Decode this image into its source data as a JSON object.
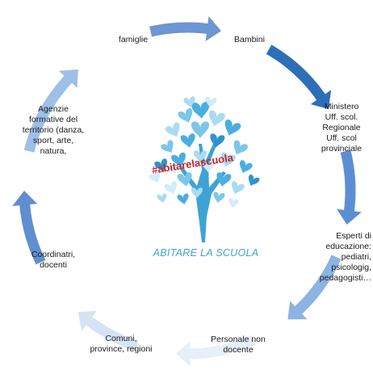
{
  "cycle": {
    "nodes": [
      {
        "id": "famiglie",
        "text": "famiglie"
      },
      {
        "id": "bambini",
        "text": "Bambini"
      },
      {
        "id": "ministero",
        "text": "Ministero\nUff. scol.\nRegionale\nUff. scol\nprovinciale"
      },
      {
        "id": "esperti",
        "text": "Esperti di\neducazione:\npediatri,\npsicologig,\npedagogisti…"
      },
      {
        "id": "personale",
        "text": "Personale non\ndocente"
      },
      {
        "id": "comuni",
        "text": "Comuni,\nprovince, regioni"
      },
      {
        "id": "coordinatri",
        "text": "Coordinatri,\ndocenti"
      },
      {
        "id": "agenzie",
        "text": "Agenzie\nformative del\nterritorio (danza,\nsport, arte,\nnatura,"
      }
    ],
    "arrow_colors": [
      "#6d96d2",
      "#2d6fb7",
      "#5b8fd3",
      "#8bb3e3",
      "#e7eff9",
      "#d5e3f5",
      "#5f8fd0",
      "#9ebfe8"
    ]
  },
  "tree": {
    "title": "ABITARE LA SCUOLA",
    "hashtag": "#abitarelascuola",
    "trunk_color": "#3ea3d4",
    "heart_colors": [
      "#4aaee0",
      "#7cc6ea",
      "#a9dbf2",
      "#2f93cf",
      "#d2ecf8"
    ],
    "hashtag_color": "#c1272d"
  }
}
